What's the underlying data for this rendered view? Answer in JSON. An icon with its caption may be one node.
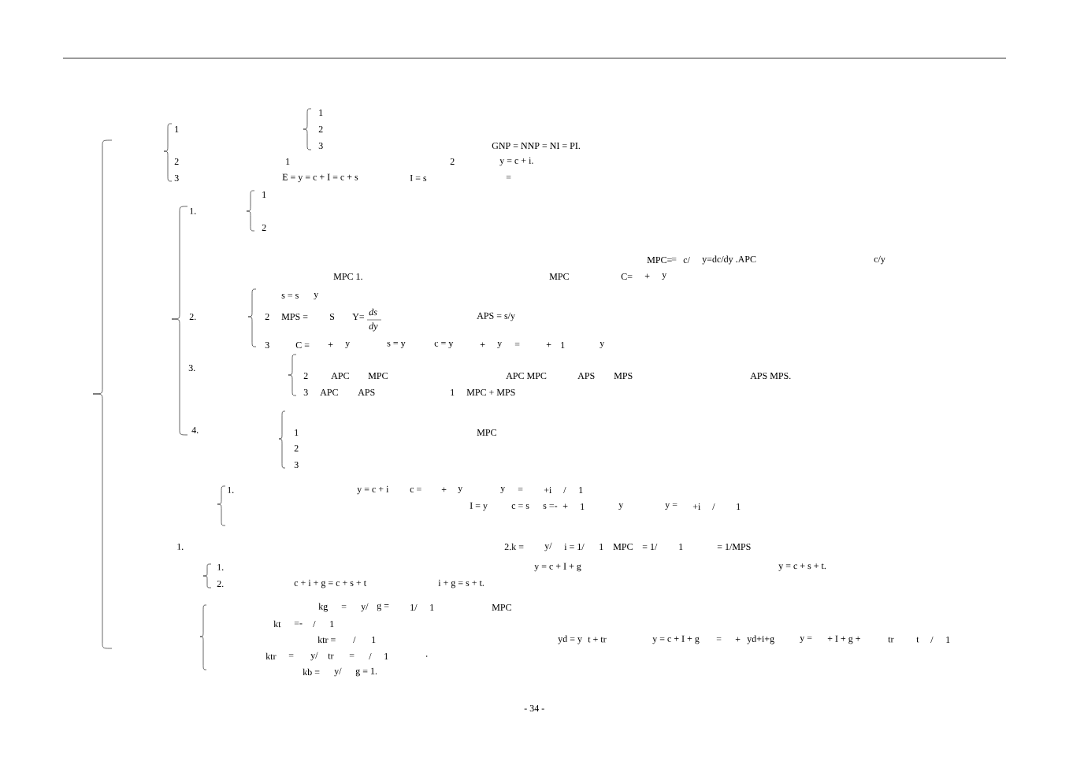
{
  "diagram": {
    "labels": [
      "1",
      "1",
      "2",
      "3",
      "GNP = NNP = NI = PI.",
      "2",
      "1",
      "2",
      "y = c + i.",
      "3",
      "E = y = c + I = c + s",
      "I = s",
      "=",
      "1",
      "1.",
      "2",
      "MPC=",
      "=",
      "c/",
      "y=dc/dy .APC",
      "c/y",
      "MPC 1.",
      "MPC",
      "C=",
      "+",
      "y",
      "s = s",
      "y",
      "ds",
      "2.",
      "2",
      "MPS =",
      "S",
      "Y=",
      "APS = s/y",
      "dy",
      "3",
      "C =",
      "+",
      "y",
      "s = y",
      "c = y",
      "+",
      "y",
      "=",
      "+",
      "1",
      "y",
      "3.",
      "2",
      "APC",
      "MPC",
      "APC MPC",
      "APS",
      "MPS",
      "APS MPS.",
      "3",
      "APC",
      "APS",
      "1",
      "MPC + MPS",
      "4.",
      "1",
      "MPC",
      "2",
      "3",
      "1.",
      "y = c + i",
      "c =",
      "+",
      "y",
      "y",
      "=",
      "+i",
      "/",
      "1",
      "I = y",
      "c = s",
      "s =-",
      "+",
      "1",
      "y",
      "y =",
      "+i",
      "/",
      "1",
      "1.",
      "2.k =",
      "y/",
      "i = 1/",
      "1",
      "MPC",
      "= 1/",
      "1",
      "= 1/MPS",
      "1.",
      "y = c + I + g",
      "y = c + s + t.",
      "2.",
      "c + i + g = c + s + t",
      "i + g = s + t.",
      "kg",
      "=",
      "y/",
      "g =",
      "1/",
      "1",
      "MPC",
      "kt",
      "=-",
      "/",
      "1",
      "ktr =",
      "/",
      "1",
      "yd = y",
      "t + tr",
      "y = c + I + g",
      "=",
      "+",
      "yd+i+g",
      "y =",
      "+ I + g +",
      "tr",
      "t",
      "/",
      "1",
      "ktr",
      "=",
      "y/",
      "tr",
      "=",
      "/",
      "1",
      ".",
      "kb =",
      "y/",
      "g = 1.",
      "- 34 -"
    ]
  }
}
